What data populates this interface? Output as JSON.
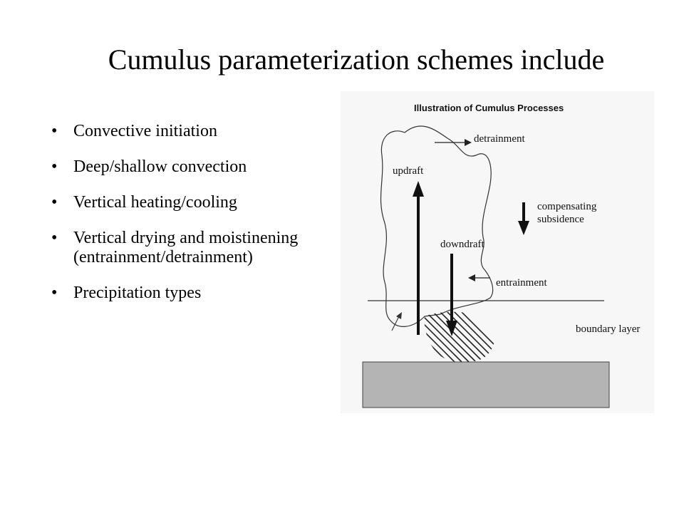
{
  "slide": {
    "title": "Cumulus parameterization schemes include",
    "bullet_glyph": "•",
    "bullets": [
      "Convective initiation",
      "Deep/shallow convection",
      "Vertical heating/cooling",
      "Vertical drying and moistinening (entrainment/detrainment)",
      "Precipitation types"
    ]
  },
  "figure": {
    "title": "Illustration of Cumulus Processes",
    "labels": {
      "detrainment": "detrainment",
      "updraft": "updraft",
      "compensating": "compensating",
      "subsidence": "subsidence",
      "downdraft": "downdraft",
      "entrainment": "entrainment",
      "boundary_layer": "boundary layer"
    },
    "colors": {
      "figure_background": "#f7f7f7",
      "ground_fill": "#b4b4b4",
      "line": "#222222"
    }
  }
}
